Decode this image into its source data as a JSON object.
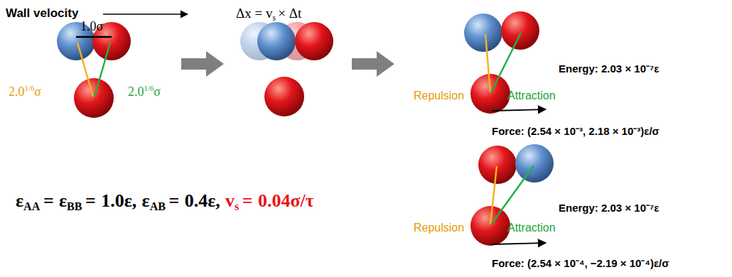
{
  "diagram": {
    "labels": [
      "Wall velocity",
      "1.0σ",
      "2.0",
      "1/6",
      "σ",
      "2.0",
      "1/6",
      "σ",
      "Δx = v",
      "s",
      "× Δt",
      "Repulsion",
      "Attraction",
      "Energy: 2.03 × 10⁻⁷ε",
      "Force: (2.54 × 10⁻³, 2.18 × 10⁻³)ε/σ",
      "Repulsion",
      "Attraction",
      "Energy: 2.03 × 10⁻⁷ε",
      "Force: (2.54 × 10⁻⁴, −2.19 × 10⁻⁴)ε/σ",
      "ε",
      "AA",
      "=",
      "ε",
      "BB",
      "=",
      "1.0ε,",
      "ε",
      "AB",
      "=",
      "0.4ε,",
      "v",
      "s",
      "=",
      "0.04σ/τ"
    ]
  }
}
